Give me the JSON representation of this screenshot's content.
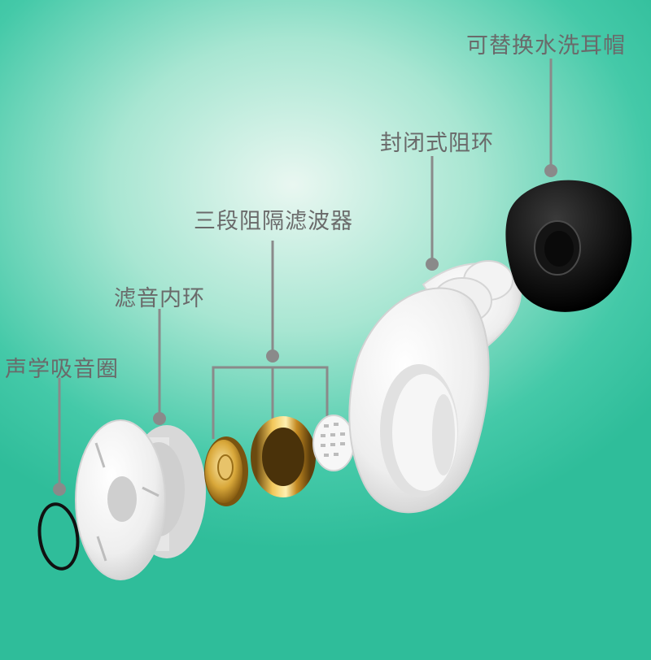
{
  "labels": {
    "replaceable_cap": "可替换水洗耳帽",
    "sealed_ring": "封闭式阻环",
    "three_stage_filter": "三段阻隔滤波器",
    "inner_ring": "滤音内环",
    "acoustic_foam": "声学吸音圈"
  },
  "colors": {
    "background": "#3fc7a5",
    "leader_line": "#8a8a8a",
    "label_text": "#6a6a6a",
    "cap": "#111111",
    "gold_disc": "#d9a83a"
  }
}
